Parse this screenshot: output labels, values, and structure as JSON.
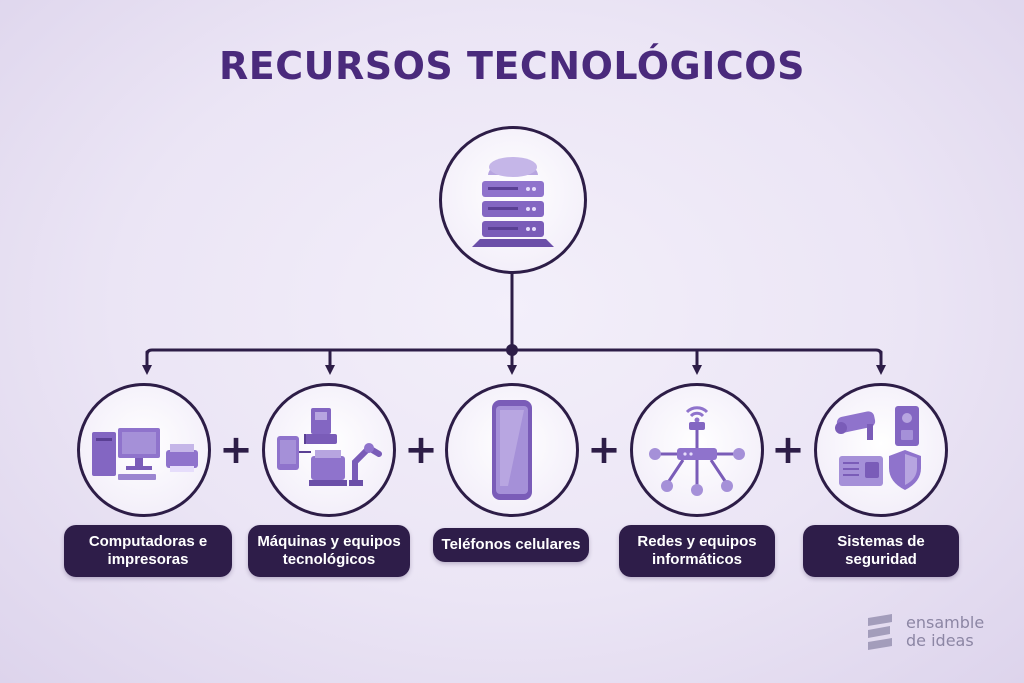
{
  "title": "RECURSOS TECNOLÓGICOS",
  "root": {
    "icon": "cloud-server-icon"
  },
  "items": [
    {
      "label": "Computadoras e\nimpresoras",
      "icon": "computer-printer-icon"
    },
    {
      "label": "Máquinas y equipos\ntecnológicos",
      "icon": "machinery-icon"
    },
    {
      "label": "Teléfonos celulares",
      "icon": "smartphone-icon"
    },
    {
      "label": "Redes y equipos\ninformáticos",
      "icon": "network-icon"
    },
    {
      "label": "Sistemas de\nseguridad",
      "icon": "security-icon"
    }
  ],
  "separator": "+",
  "brand": {
    "name": "ensamble\nde ideas",
    "icon": "ensamble-logo-icon"
  },
  "colors": {
    "title": "#4a2a7c",
    "dark": "#2d1d47",
    "icon": "#8f73cc",
    "background": "#ebe5f5"
  }
}
